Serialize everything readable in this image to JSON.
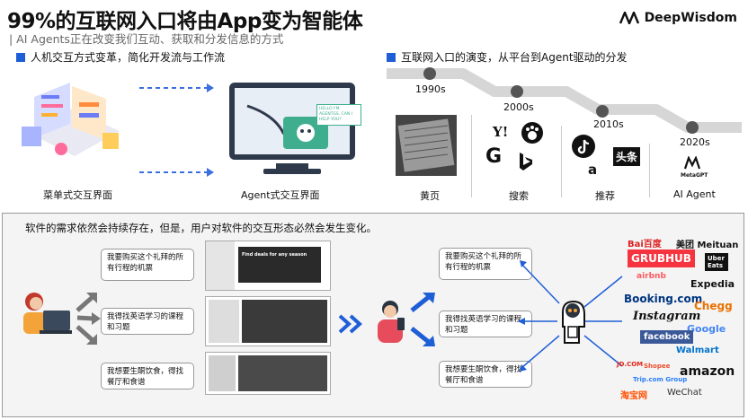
{
  "header": {
    "title": "99%的互联网入口将由App变为智能体",
    "subtitle": "| AI Agents正在改变我们互动、获取和分发信息的方式",
    "brand": "DeepWisdom"
  },
  "left_section": {
    "heading": "人机交互方式变革，简化开发流与工作流",
    "menu_caption": "菜单式交互界面",
    "agent_caption": "Agent式交互界面",
    "bubble_text": "HELLO I'M AGENTGS. CAN I HELP YOU?"
  },
  "right_section": {
    "heading": "互联网入口的演变，从平台到Agent驱动的分发",
    "eras": [
      {
        "year": "1990s",
        "label": "黄页"
      },
      {
        "year": "2000s",
        "label": "搜索"
      },
      {
        "year": "2010s",
        "label": "推荐"
      },
      {
        "year": "2020s",
        "label": "AI Agent"
      }
    ],
    "metagpt_label": "MetaGPT",
    "toutiao_label": "头条"
  },
  "bottom": {
    "statement": "软件的需求依然会持续存在，但是，用户对软件的交互形态必然会发生变化。",
    "queries": [
      "我要购买这个礼拜的所有行程的机票",
      "我得找英语学习的课程和习题",
      "我想要生酮饮食，得找餐厅和食谱"
    ],
    "shot_headline": "Find deals for any season",
    "logos": [
      "Bai百度",
      "美团 Meituan",
      "GRUBHUB",
      "Uber Eats",
      "airbnb",
      "Expedia",
      "Booking.com",
      "Chegg",
      "Instagram",
      "Google",
      "facebook",
      "Walmart",
      "JD.COM",
      "Shopee",
      "amazon",
      "Trip.com Group",
      "淘宝网",
      "WeChat"
    ]
  },
  "colors": {
    "accent": "#1f5fd6",
    "arrow": "#3b6fe0",
    "panel_bg": "#f4f4f4"
  }
}
